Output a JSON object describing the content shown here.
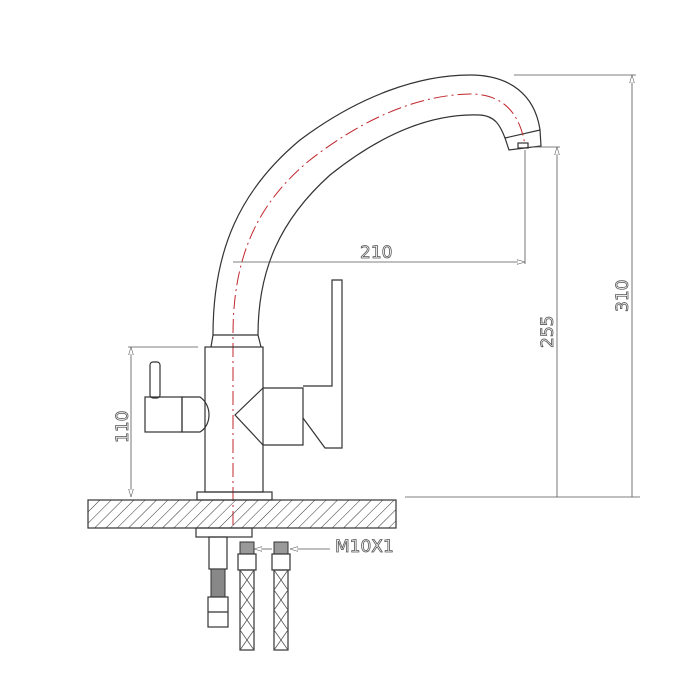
{
  "drawing": {
    "dimensions": {
      "spout_reach": "210",
      "spout_outlet_height": "255",
      "total_height": "310",
      "handle_height": "110",
      "hose_thread": "M10X1"
    },
    "colors": {
      "centerline": "#c0272d",
      "outline": "#333333",
      "dimension": "#555555"
    }
  }
}
